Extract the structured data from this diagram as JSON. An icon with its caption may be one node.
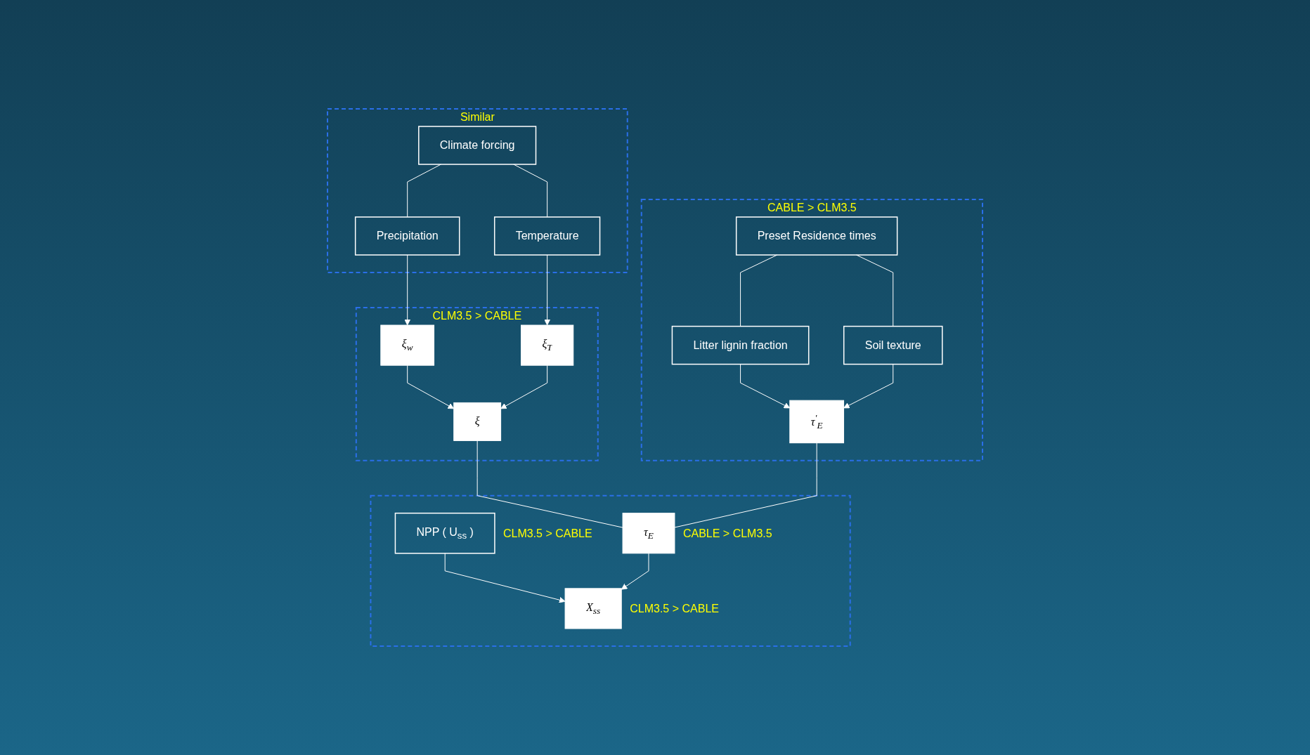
{
  "diagram": {
    "nodes": [
      {
        "text": [
          "Similar"
        ]
      },
      {
        "text": [
          "Climate forcing"
        ],
        "in": 0
      },
      {
        "text": [
          "Precipitation"
        ],
        "in": 0
      },
      {
        "text": [
          "Temperature"
        ],
        "in": 0
      },
      {
        "text": [
          "CLM3.5 > CABLE"
        ]
      },
      {
        "text": [
          "ξ$_{w}$"
        ],
        "in": 4
      },
      {
        "text": [
          "ξ$_{T}$"
        ],
        "in": 4
      },
      {
        "text": [
          "ξ"
        ],
        "in": 4
      },
      {
        "text": [
          "CABLE > CLM3.5"
        ]
      },
      {
        "text": [
          "Preset Residence times"
        ],
        "in": 8
      },
      {
        "text": [
          "Litter lignin fraction"
        ],
        "in": 8
      },
      {
        "text": [
          "Soil texture"
        ],
        "in": 8
      },
      {
        "text": [
          "τ$^{'}$$_{E}$"
        ],
        "in": 8
      },
      {
        "text": [],
        "shape": "box"
      },
      {
        "text": [
          "NPP ( U$_{ss}$ )"
        ],
        "in": 13,
        "beside": [
          "CLM3.5 > CABLE"
        ]
      },
      {
        "text": [
          "τ$_{E}$"
        ],
        "in": 13,
        "beside": [
          "CABLE > CLM3.5"
        ]
      },
      {
        "text": [
          "X$_{ss}$"
        ],
        "in": 13,
        "beside": [
          "CLM3.5 > CABLE"
        ]
      }
    ],
    "edges": [
      {
        "from": 1,
        "to": 2,
        "arrow": "none"
      },
      {
        "from": 1,
        "to": 3,
        "arrow": "none"
      },
      {
        "from": 2,
        "to": 5,
        "arrow": "to"
      },
      {
        "from": 3,
        "to": 6,
        "arrow": "to"
      },
      {
        "from": 5,
        "to": 7,
        "arrow": "to"
      },
      {
        "from": 6,
        "to": 7,
        "arrow": "to"
      },
      {
        "from": 9,
        "to": 10,
        "arrow": "none"
      },
      {
        "from": 9,
        "to": 11,
        "arrow": "none"
      },
      {
        "from": 10,
        "to": 12,
        "arrow": "to"
      },
      {
        "from": 11,
        "to": 12,
        "arrow": "to"
      },
      {
        "from": 7,
        "to": 15,
        "arrow": "none"
      },
      {
        "from": 12,
        "to": 15,
        "arrow": "none"
      },
      {
        "from": 14,
        "to": 16,
        "arrow": "to"
      },
      {
        "from": 15,
        "to": 16,
        "arrow": "to"
      }
    ]
  }
}
